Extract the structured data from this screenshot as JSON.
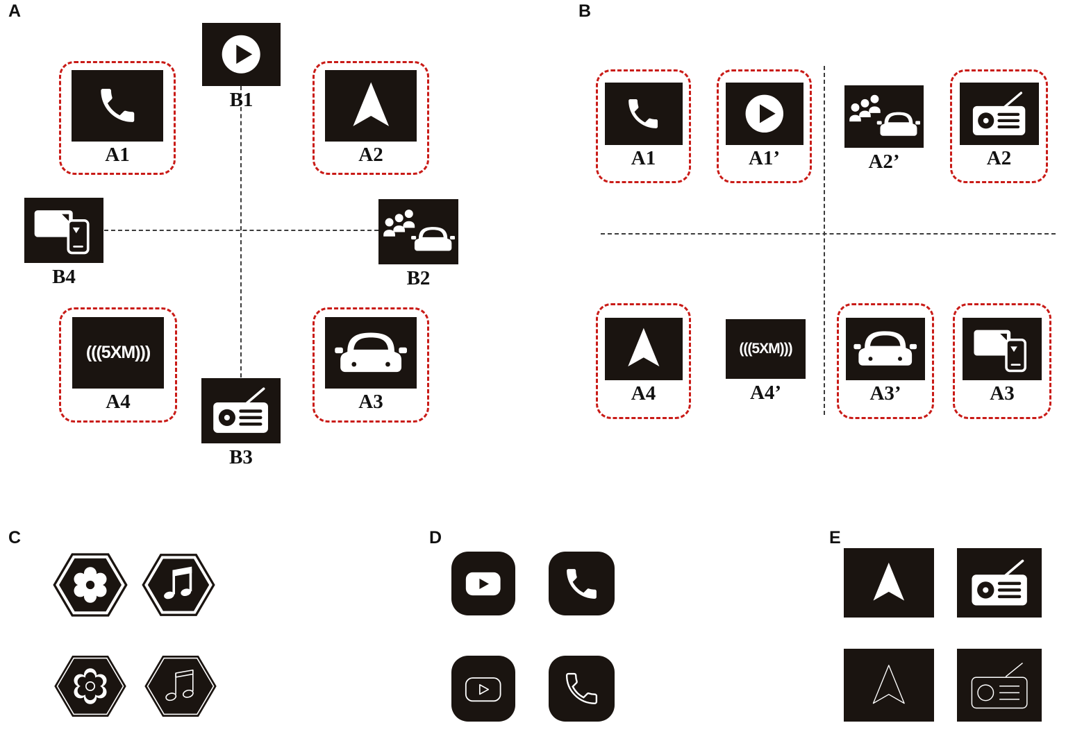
{
  "colors": {
    "page_background": "#ffffff",
    "icon_background": "#1a1410",
    "icon_foreground": "#ffffff",
    "highlight_border": "#c91b17",
    "label_color": "#111111",
    "guide_line": "#3a3a3a"
  },
  "satellite_text": "(((5XM)))",
  "panels": {
    "A": {
      "label": "A",
      "groups": {
        "a1": {
          "label": "A1",
          "icon": "phone-icon",
          "highlighted": true
        },
        "a2": {
          "label": "A2",
          "icon": "navigation-arrow-icon",
          "highlighted": true
        },
        "a3": {
          "label": "A3",
          "icon": "car-icon",
          "highlighted": true
        },
        "a4": {
          "label": "A4",
          "icon": "satellite-radio-icon",
          "highlighted": true
        },
        "b1": {
          "label": "B1",
          "icon": "play-icon",
          "highlighted": false
        },
        "b2": {
          "label": "B2",
          "icon": "car-share-icon",
          "highlighted": false
        },
        "b3": {
          "label": "B3",
          "icon": "radio-icon",
          "highlighted": false
        },
        "b4": {
          "label": "B4",
          "icon": "screen-mirror-icon",
          "highlighted": false
        }
      }
    },
    "B": {
      "label": "B",
      "top_row": [
        {
          "label": "A1",
          "icon": "phone-icon",
          "highlighted": true
        },
        {
          "label": "A1’",
          "icon": "play-icon",
          "highlighted": true
        },
        {
          "label": "A2’",
          "icon": "car-share-icon",
          "highlighted": false
        },
        {
          "label": "A2",
          "icon": "radio-icon",
          "highlighted": true
        }
      ],
      "bottom_row": [
        {
          "label": "A4",
          "icon": "navigation-arrow-icon",
          "highlighted": true
        },
        {
          "label": "A4’",
          "icon": "satellite-radio-icon",
          "highlighted": false
        },
        {
          "label": "A3’",
          "icon": "car-icon",
          "highlighted": true
        },
        {
          "label": "A3",
          "icon": "screen-mirror-icon",
          "highlighted": true
        }
      ]
    },
    "C": {
      "label": "C",
      "icons": [
        "gear-hexagon-solid-icon",
        "music-note-hexagon-solid-icon",
        "gear-hexagon-outline-icon",
        "music-note-hexagon-outline-icon"
      ]
    },
    "D": {
      "label": "D",
      "icons": [
        "video-play-solid-icon",
        "phone-handset-solid-icon",
        "video-play-outline-icon",
        "phone-handset-outline-icon"
      ]
    },
    "E": {
      "label": "E",
      "icons": [
        "navigation-arrow-solid-icon",
        "radio-solid-icon",
        "navigation-arrow-outline-icon",
        "radio-outline-icon"
      ]
    }
  }
}
